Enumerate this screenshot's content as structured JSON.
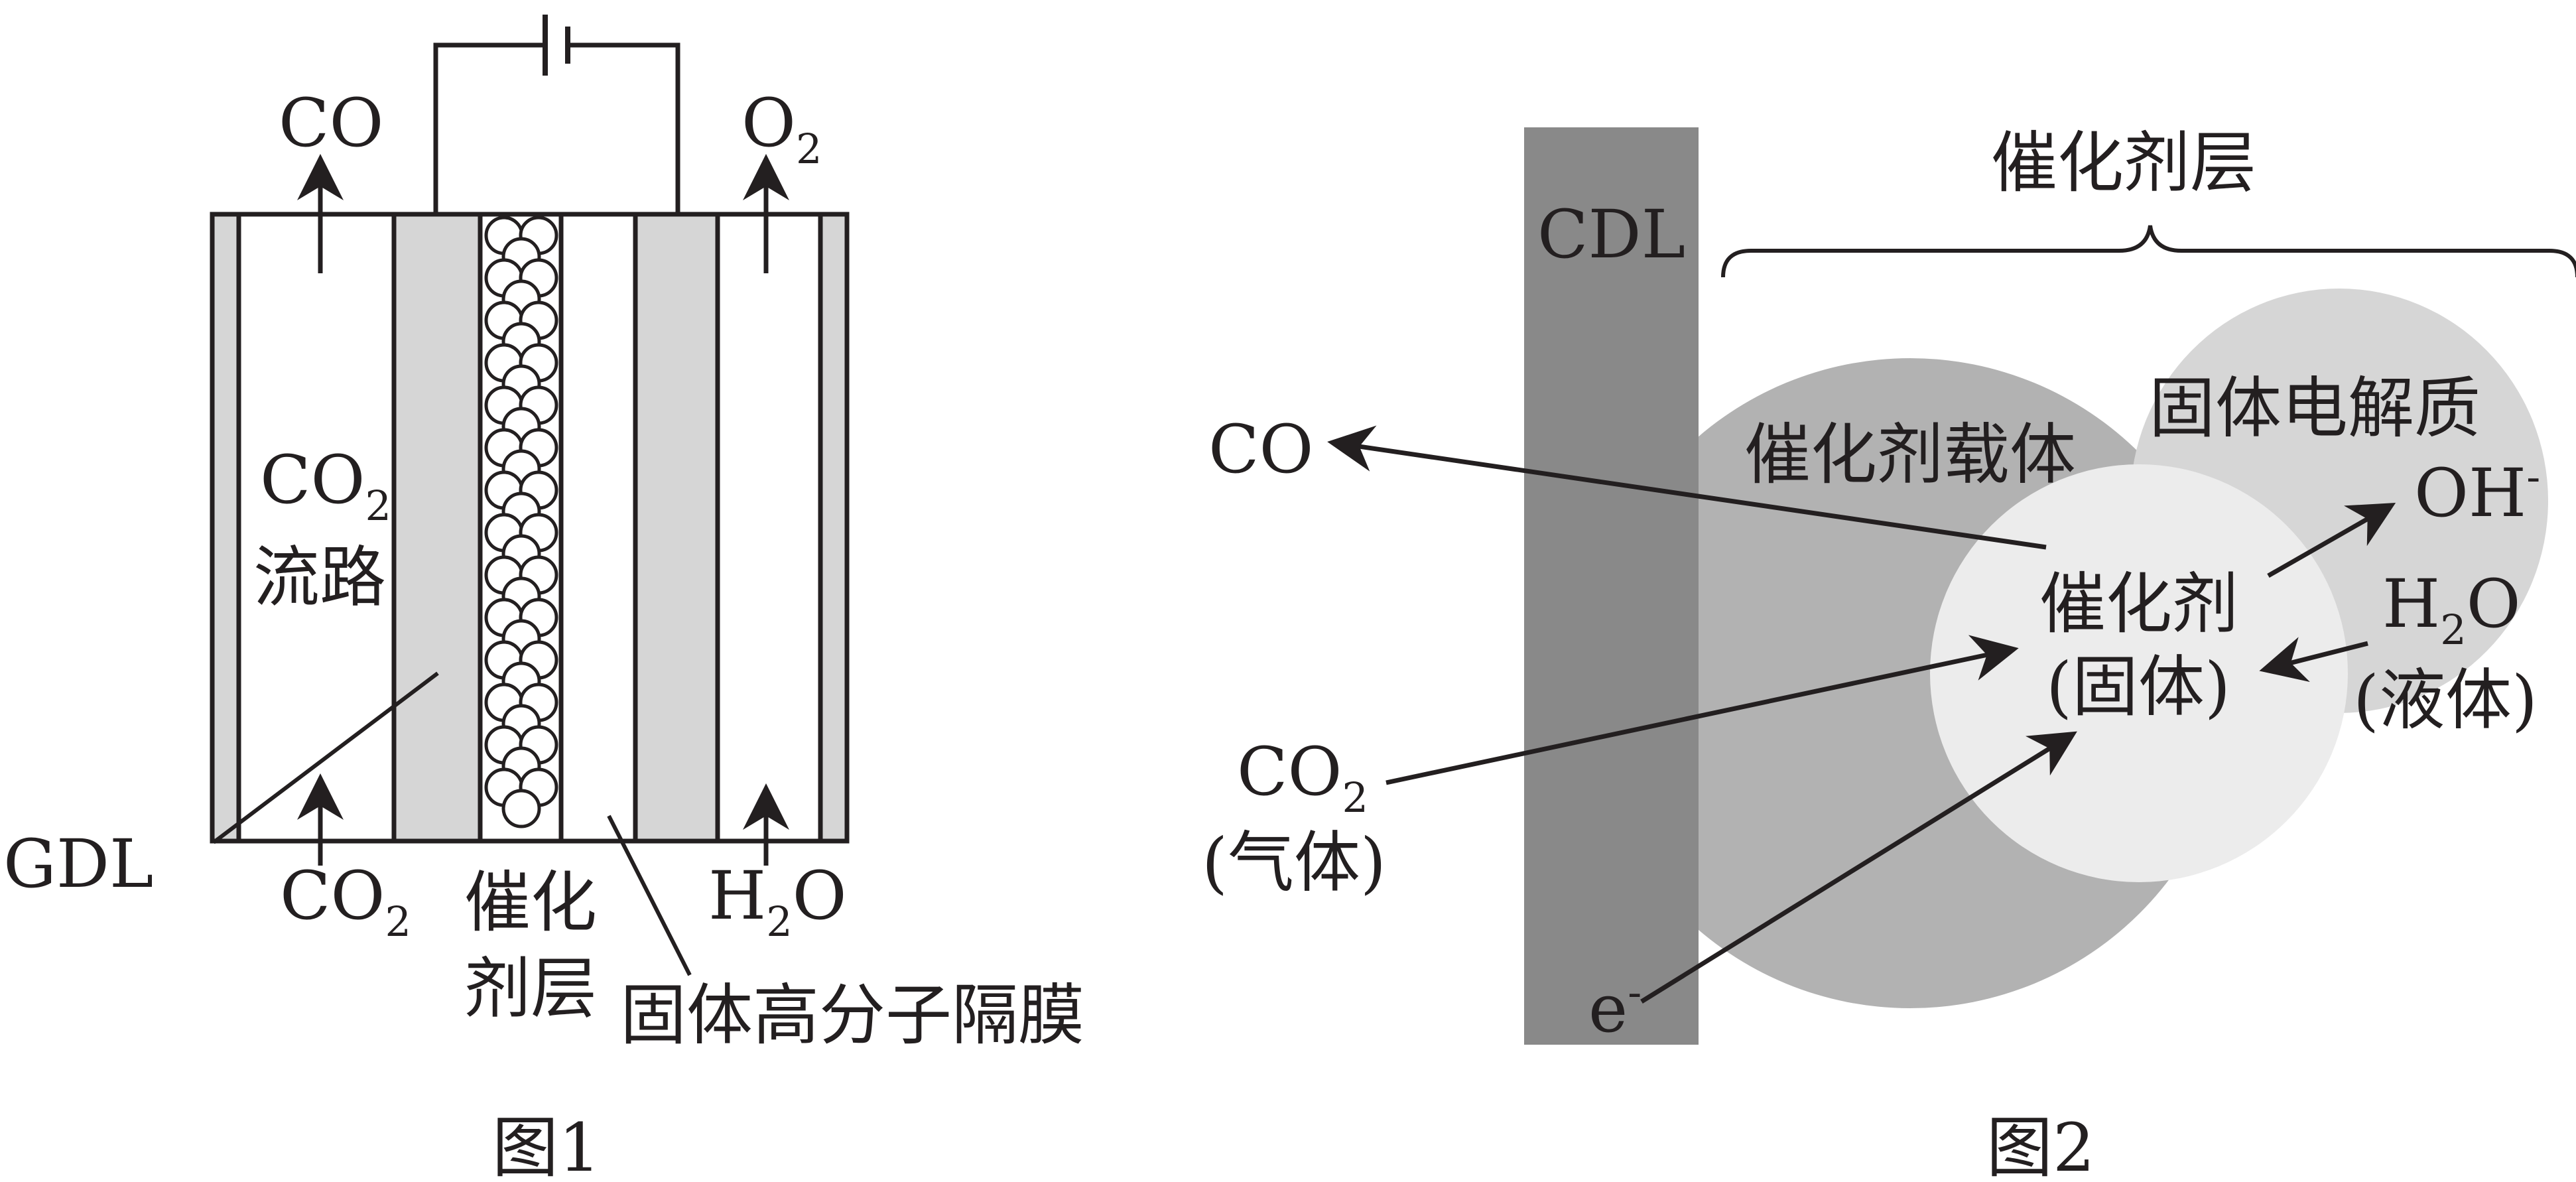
{
  "figure1": {
    "caption": "图1",
    "label_co": "CO",
    "label_o2_base": "O",
    "label_o2_sub": "2",
    "channel_label_base": "CO",
    "channel_label_sub": "2",
    "channel_label_text": "流路",
    "gdl_label": "GDL",
    "co2_in_base": "CO",
    "co2_in_sub": "2",
    "catalyst_layer_line1": "催化",
    "catalyst_layer_line2": "剂层",
    "h2o_in_base": "H",
    "h2o_in_sub": "2",
    "h2o_in_tail": "O",
    "membrane_label": "固体高分子隔膜"
  },
  "figure2": {
    "caption": "图2",
    "cdl_label": "CDL",
    "catalyst_layer_label": "催化剂层",
    "support_label": "催化剂载体",
    "electrolyte_label": "固体电解质",
    "co_label": "CO",
    "oh_base": "OH",
    "oh_sup": "-",
    "catalyst_line1": "催化剂",
    "catalyst_line2": "(固体)",
    "h2o_base": "H",
    "h2o_sub": "2",
    "h2o_tail": "O",
    "h2o_state": "(液体)",
    "co2_base": "CO",
    "co2_sub": "2",
    "co2_state": "(气体)",
    "electron_base": "e",
    "electron_sup": "-"
  },
  "colors": {
    "ink": "#231f20",
    "gdl_fill": "#d6d6d6",
    "cdl_fill": "#898989",
    "support_fill": "#b2b2b2",
    "electrolyte_fill": "#d6d6d6",
    "catalyst_fill": "#ececec"
  }
}
